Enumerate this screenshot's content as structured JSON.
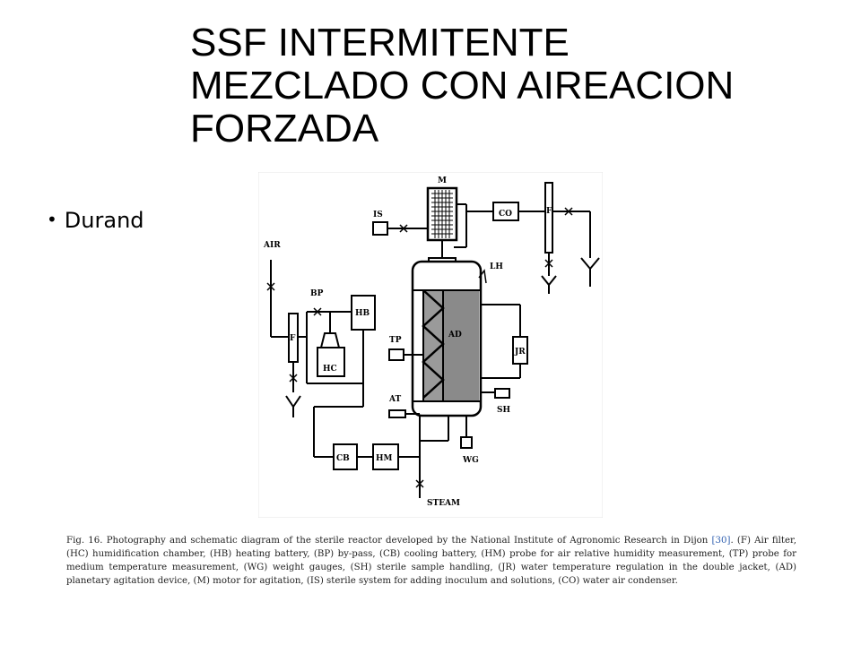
{
  "title": {
    "line1": "SSF INTERMITENTE",
    "line2": "MEZCLADO CON AIREACION",
    "line3": "FORZADA"
  },
  "bullet": {
    "text": "Durand"
  },
  "diagram": {
    "labels": {
      "m": "M",
      "is": "IS",
      "co": "CO",
      "f_top": "F",
      "air": "AIR",
      "bp": "BP",
      "hb": "HB",
      "f_left": "F",
      "hc": "HC",
      "lh": "LH",
      "tp": "TP",
      "ad": "AD",
      "jr": "JR",
      "at": "AT",
      "sh": "SH",
      "cb": "CB",
      "hm": "HM",
      "wg": "WG",
      "steam": "STEAM"
    }
  },
  "caption": {
    "prefix": "Fig. 16. Photography and schematic diagram of the sterile reactor developed by the National Institute of Agronomic Research in Dijon ",
    "ref": "[30]",
    "suffix": ". (F) Air filter, (HC) humidification chamber, (HB) heating battery, (BP) by-pass, (CB) cooling battery, (HM) probe for air relative humidity measurement, (TP) probe for medium temperature measurement, (WG) weight gauges, (SH) sterile sample handling, (JR) water temperature regulation in the double jacket, (AD) planetary agitation device, (M) motor for agitation, (IS) sterile system for adding inoculum and solutions, (CO) water air condenser."
  }
}
